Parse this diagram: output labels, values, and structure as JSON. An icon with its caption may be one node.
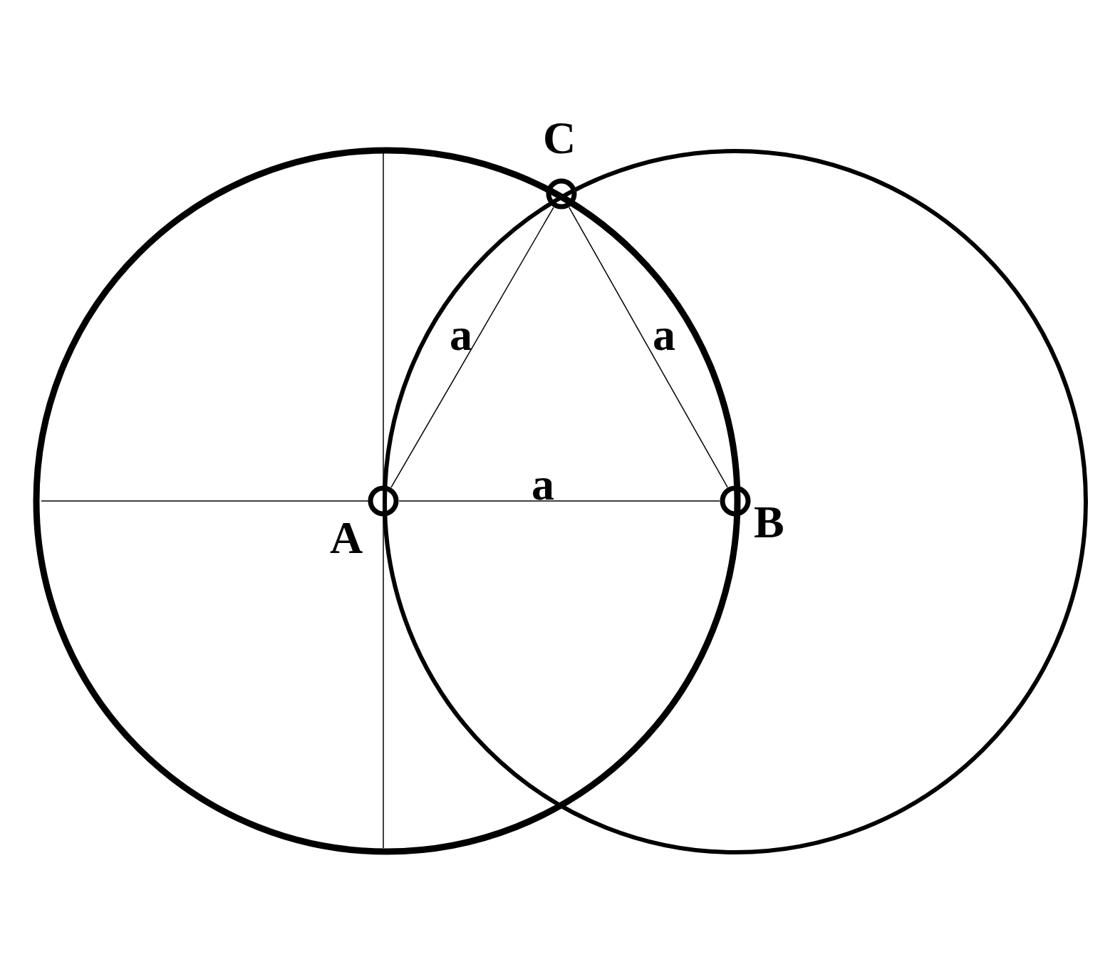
{
  "diagram": {
    "nodes": [
      {
        "text": [],
        "shape": "circle",
        "beside": [
          "C"
        ]
      },
      {
        "text": [],
        "shape": "circle",
        "beside": [
          "A"
        ]
      },
      {
        "text": [],
        "shape": "circle",
        "beside": [
          "B"
        ]
      }
    ],
    "edges": [
      {
        "from": 1,
        "to": 0,
        "arrow": "none",
        "label": "a"
      },
      {
        "from": 0,
        "to": 2,
        "arrow": "none",
        "label": "a"
      },
      {
        "from": 1,
        "to": 2,
        "arrow": "none",
        "label": "a"
      }
    ]
  }
}
